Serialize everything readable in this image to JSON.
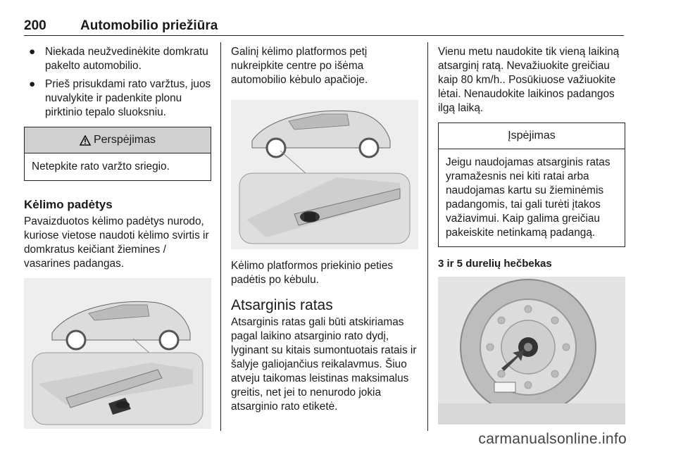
{
  "header": {
    "page_number": "200",
    "title": "Automobilio priežiūra"
  },
  "col1": {
    "bullets": [
      "Niekada neužvedinėkite domkratu pakelto automobilio.",
      "Prieš prisukdami rato varžtus, juos nuvalykite ir padenkite plonu pirktinio tepalo sluoksniu."
    ],
    "warning": {
      "title": "Perspėjimas",
      "text": "Netepkite rato varžto sriegio."
    },
    "heading": "Kėlimo padėtys",
    "paragraph": "Pavaizduotos kėlimo padėtys nurodo, kuriose vietose naudoti kėlimo svirtis ir domkratus keičiant žiemines / vasarines padangas."
  },
  "col2": {
    "intro": "Galinį kėlimo platformos petį nukreipkite centre po išėma automobilio kėbulo apačioje.",
    "caption": "Kėlimo platformos priekinio peties padėtis po kėbulu.",
    "heading": "Atsarginis ratas",
    "paragraph": "Atsarginis ratas gali būti atskiriamas pagal laikino atsarginio rato dydį, lyginant su kitais sumontuotais ratais ir šalyje galiojančius reikalavmus. Šiuo atveju taikomas leistinas maksimalus greitis, net jei to nenurodo jokia atsarginio rato etiketė."
  },
  "col3": {
    "intro": "Vienu metu naudokite tik vieną laikiną atsarginį ratą. Nevažiuokite greičiau kaip 80 km/h.. Posūkiuose važiuokite lėtai. Nenaudokite laikinos padangos ilgą laiką.",
    "notice": {
      "title": "Įspėjimas",
      "text": "Jeigu naudojamas atsarginis ratas yramažesnis nei kiti ratai arba naudojamas kartu su žieminėmis padangomis, tai gali turėti įtakos važiavimui. Kaip galima greičiau pakeiskite netinkamą padangą."
    },
    "heading": "3 ir 5 durelių hečbekas"
  },
  "footer": {
    "watermark": "carmanualsonline.info"
  },
  "icons": {
    "warning": "warning-triangle-icon",
    "bullet": "bullet-dot-icon"
  }
}
